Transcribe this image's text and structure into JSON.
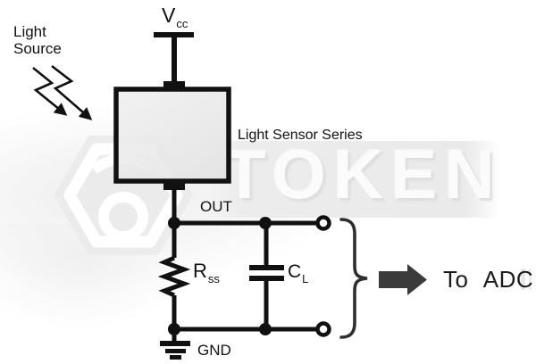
{
  "watermark": {
    "brand": "TOKEN"
  },
  "labels": {
    "light_source_line1": "Light",
    "light_source_line2": "Source",
    "vcc_symbol": "V",
    "vcc_subscript": "cc",
    "sensor_series": "Light Sensor Series",
    "output_node": "OUT",
    "resistor_symbol": "R",
    "resistor_subscript": "ss",
    "capacitor_symbol": "C",
    "capacitor_subscript": "L",
    "ground": "GND",
    "to_adc": "To ADC"
  },
  "colors": {
    "wire": "#111111",
    "box_fill": "#e8e8e8",
    "adc_arrow": "#3b3b3b",
    "watermark_text": "#fbfbfb"
  }
}
